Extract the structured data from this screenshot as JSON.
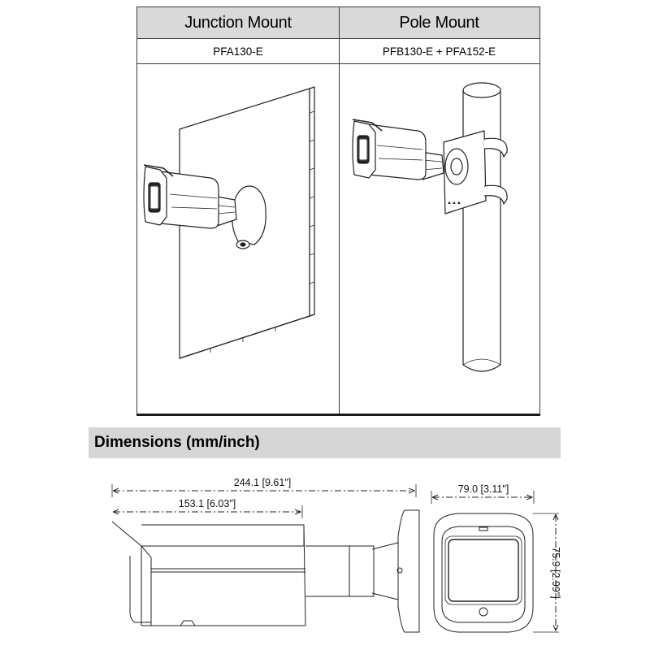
{
  "mount_table": {
    "junction": {
      "title": "Junction Mount",
      "model": "PFA130-E"
    },
    "pole": {
      "title": "Pole Mount",
      "model": "PFB130-E + PFA152-E"
    }
  },
  "dimensions_section": {
    "title": "Dimensions (mm/inch)",
    "overall_length": "244.1 [9.61\"]",
    "body_length": "153.1 [6.03\"]",
    "front_width": "79.0 [3.11\"]",
    "front_height": "75.9 [2.99\"]"
  }
}
